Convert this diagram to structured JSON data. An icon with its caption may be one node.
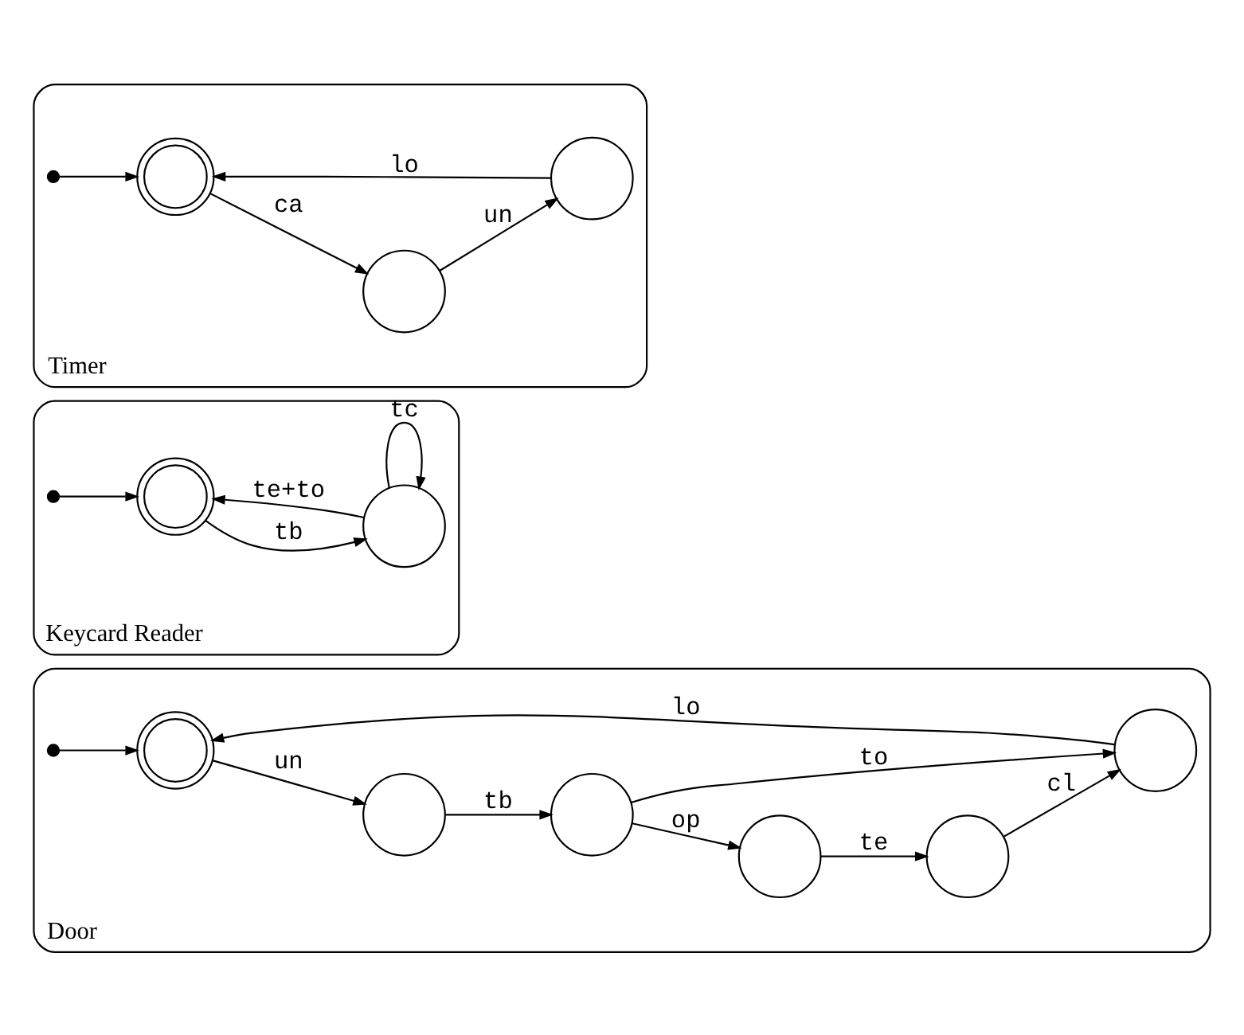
{
  "diagram": {
    "nodes": [
      {
        "text": [
          "Door"
        ]
      },
      {
        "text": [],
        "shape": "dot",
        "in": 0
      },
      {
        "text": [],
        "shape": "doublecircle",
        "in": 0
      },
      {
        "text": [],
        "shape": "circle",
        "in": 0
      },
      {
        "text": [],
        "shape": "circle",
        "in": 0
      },
      {
        "text": [],
        "shape": "circle",
        "in": 0
      },
      {
        "text": [],
        "shape": "circle",
        "in": 0
      },
      {
        "text": [],
        "shape": "circle",
        "in": 0
      },
      {
        "text": [
          "Keycard Reader"
        ]
      },
      {
        "text": [],
        "shape": "dot",
        "in": 8
      },
      {
        "text": [],
        "shape": "doublecircle",
        "in": 8
      },
      {
        "text": [],
        "shape": "circle",
        "in": 8
      },
      {
        "text": [
          "Timer"
        ]
      },
      {
        "text": [],
        "shape": "dot",
        "in": 12
      },
      {
        "text": [],
        "shape": "doublecircle",
        "in": 12
      },
      {
        "text": [],
        "shape": "circle",
        "in": 12
      },
      {
        "text": [],
        "shape": "circle",
        "in": 12
      }
    ],
    "edges": [
      {
        "from": 1,
        "to": 2,
        "arrow": "to"
      },
      {
        "from": 2,
        "to": 3,
        "arrow": "to",
        "label": "un"
      },
      {
        "from": 3,
        "to": 4,
        "arrow": "to",
        "label": "tb"
      },
      {
        "from": 4,
        "to": 5,
        "arrow": "to",
        "label": "op"
      },
      {
        "from": 5,
        "to": 6,
        "arrow": "to",
        "label": "te"
      },
      {
        "from": 6,
        "to": 7,
        "arrow": "to",
        "label": "cl"
      },
      {
        "from": 7,
        "to": 2,
        "arrow": "to",
        "label": "lo"
      },
      {
        "from": 4,
        "to": 7,
        "arrow": "to",
        "label": "to"
      },
      {
        "from": 9,
        "to": 10,
        "arrow": "to"
      },
      {
        "from": 10,
        "to": 11,
        "arrow": "to",
        "label": "tb"
      },
      {
        "from": 11,
        "to": 11,
        "arrow": "to",
        "label": "tc"
      },
      {
        "from": 11,
        "to": 10,
        "arrow": "to",
        "label": "te+to"
      },
      {
        "from": 13,
        "to": 14,
        "arrow": "to"
      },
      {
        "from": 14,
        "to": 15,
        "arrow": "to",
        "label": "ca"
      },
      {
        "from": 15,
        "to": 16,
        "arrow": "to",
        "label": "un"
      },
      {
        "from": 16,
        "to": 14,
        "arrow": "to",
        "label": "lo"
      }
    ]
  }
}
